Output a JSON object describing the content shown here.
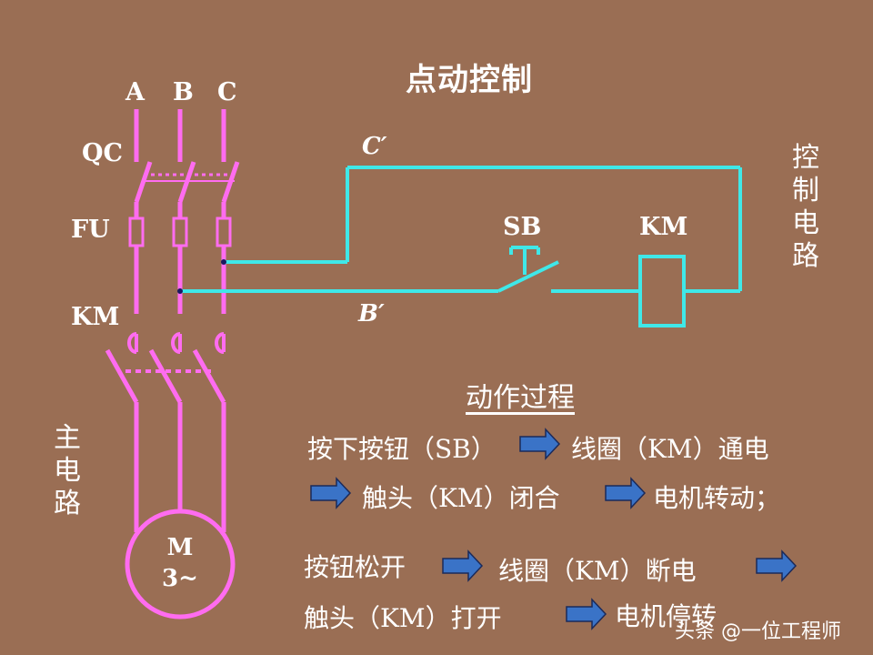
{
  "title": "点动控制",
  "phase_labels": [
    "A",
    "B",
    "C"
  ],
  "main_labels": {
    "qc": "QC",
    "fu": "FU",
    "km": "KM"
  },
  "main_circuit_label": "主电路",
  "control_circuit_label": "控制电路",
  "control": {
    "c_prime": "C′",
    "b_prime": "B′",
    "sb": "SB",
    "km": "KM"
  },
  "motor": {
    "m": "M",
    "phase": "3~"
  },
  "process": {
    "heading": "动作过程",
    "lines": [
      [
        "按下按钮（SB）",
        "线圈（KM）通电"
      ],
      [
        "触头（KM）闭合",
        "电机转动；"
      ],
      [
        "按钮松开",
        "线圈（KM）断电"
      ],
      [
        "触头（KM）打开",
        "电机停转"
      ]
    ]
  },
  "watermark": "头条 @一位工程师",
  "colors": {
    "background": "#9a6e54",
    "main_wire": "#ff6cf0",
    "control_wire": "#3fe8e8",
    "arrow_fill": "#3a73c7"
  }
}
